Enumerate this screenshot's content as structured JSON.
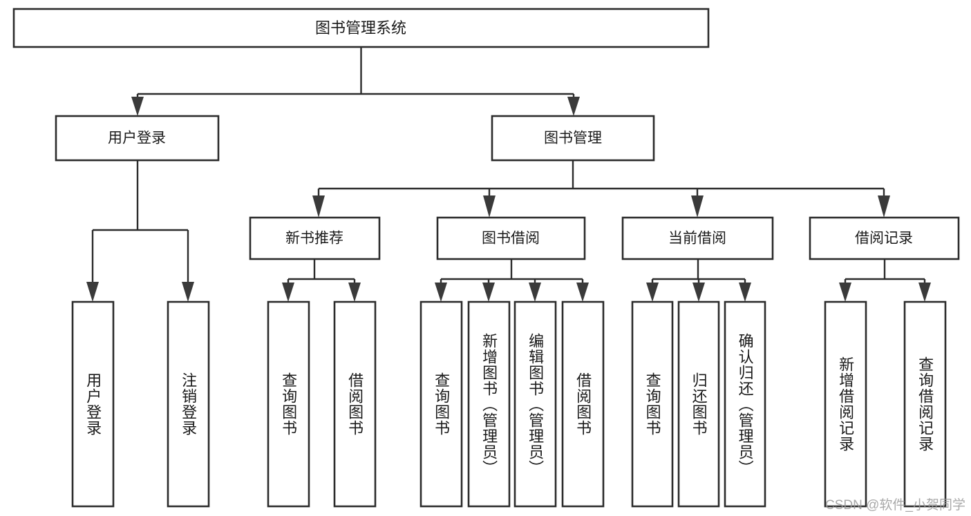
{
  "diagram": {
    "title": "图书管理系统",
    "type": "tree-hierarchy-diagram",
    "root": {
      "label": "图书管理系统"
    },
    "level2": [
      {
        "label": "用户登录"
      },
      {
        "label": "图书管理"
      }
    ],
    "level3": [
      {
        "label": "新书推荐"
      },
      {
        "label": "图书借阅"
      },
      {
        "label": "当前借阅"
      },
      {
        "label": "借阅记录"
      }
    ],
    "leaves": {
      "user_login": [
        {
          "label": "用户登录"
        },
        {
          "label": "注销登录"
        }
      ],
      "new_book_recommend": [
        {
          "label": "查询图书"
        },
        {
          "label": "借阅图书"
        }
      ],
      "book_borrow": [
        {
          "label": "查询图书"
        },
        {
          "label": "新增图书（管理员）"
        },
        {
          "label": "编辑图书（管理员）"
        },
        {
          "label": "借阅图书"
        }
      ],
      "current_borrow": [
        {
          "label": "查询图书"
        },
        {
          "label": "归还图书"
        },
        {
          "label": "确认归还（管理员）"
        }
      ],
      "borrow_record": [
        {
          "label": "新增借阅记录"
        },
        {
          "label": "查询借阅记录"
        }
      ]
    }
  },
  "watermark": {
    "text": "CSDN @软件_小贺同学"
  },
  "colors": {
    "box_stroke": "#2b2b2b",
    "connector": "#2b2b2b",
    "text": "#1a1a1a",
    "background": "#ffffff",
    "watermark": "#9a9a9a"
  }
}
